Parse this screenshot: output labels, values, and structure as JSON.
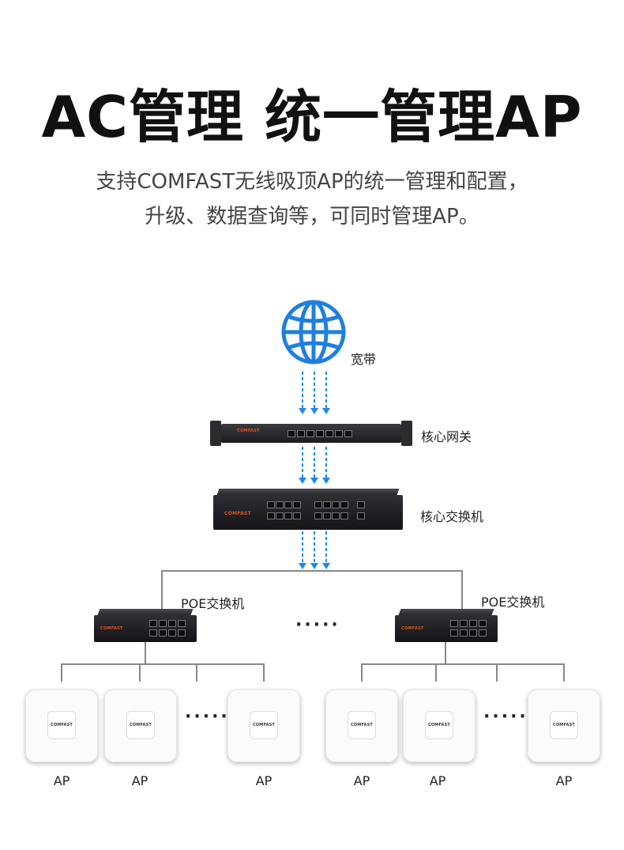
{
  "header": {
    "title": "AC管理  统一管理AP",
    "subtitle_line1": "支持COMFAST无线吸顶AP的统一管理和配置，",
    "subtitle_line2": "升级、数据查询等，可同时管理AP。"
  },
  "diagram": {
    "internet_label": "宽带",
    "gateway_label": "核心网关",
    "core_switch_label": "核心交换机",
    "poe_left_label": "POE交换机",
    "poe_right_label": "POE交换机",
    "ellipsis": "·····",
    "brand": "COMFAST",
    "ap_label": "AP",
    "ap_labels": [
      "AP",
      "AP",
      "AP",
      "AP",
      "AP",
      "AP"
    ]
  },
  "colors": {
    "arrow": "#1f88e5",
    "globe": "#1f7fe0",
    "line": "#888888",
    "brand_orange": "#e2541c"
  },
  "icons": {
    "internet": "globe-icon",
    "arrows": "down-arrow-icon"
  }
}
